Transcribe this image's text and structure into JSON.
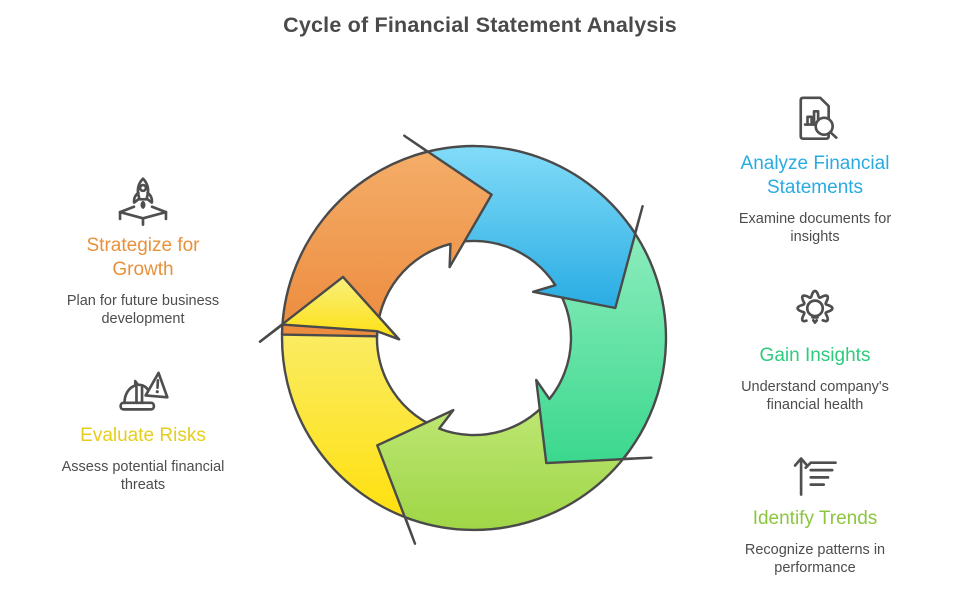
{
  "title": "Cycle of Financial Statement Analysis",
  "colors": {
    "title_text": "#4A4A4A",
    "subtitle_text": "#4D4D4D",
    "icon_stroke": "#4F4F4F"
  },
  "left_items": [
    {
      "icon": "rocket-launch-icon",
      "title": "Strategize for\nGrowth",
      "title_color": "#E8913C",
      "subtitle": "Plan for future business\ndevelopment"
    },
    {
      "icon": "hard-hat-warning-icon",
      "title": "Evaluate Risks",
      "title_color": "#E5CD1D",
      "subtitle": "Assess potential financial\nthreats"
    }
  ],
  "right_items": [
    {
      "icon": "document-magnifier-icon",
      "title": "Analyze Financial\nStatements",
      "title_color": "#29ABE2",
      "subtitle": "Examine documents for\ninsights"
    },
    {
      "icon": "gear-lightbulb-icon",
      "title": "Gain Insights",
      "title_color": "#2DCB7D",
      "subtitle": "Understand company's\nfinancial health"
    },
    {
      "icon": "trend-arrow-icon",
      "title": "Identify Trends",
      "title_color": "#8CC63F",
      "subtitle": "Recognize patterns in\nperformance"
    }
  ],
  "cycle": {
    "direction": "clockwise",
    "stroke": "#4A4A4A",
    "arrows": [
      {
        "name": "yellow",
        "light": "#F8EF7D",
        "dark": "#FFE00E",
        "tip_angle": 205
      },
      {
        "name": "light-green",
        "light": "#C0E878",
        "dark": "#9CD441",
        "tip_angle": 132
      },
      {
        "name": "teal-green",
        "light": "#8FEDBE",
        "dark": "#3BD88E",
        "tip_angle": 60
      },
      {
        "name": "blue",
        "light": "#82DCF8",
        "dark": "#29ACE3",
        "tip_angle": 348
      },
      {
        "name": "orange",
        "light": "#F5B06C",
        "dark": "#EC8B3E",
        "tip_angle": 277
      }
    ]
  }
}
